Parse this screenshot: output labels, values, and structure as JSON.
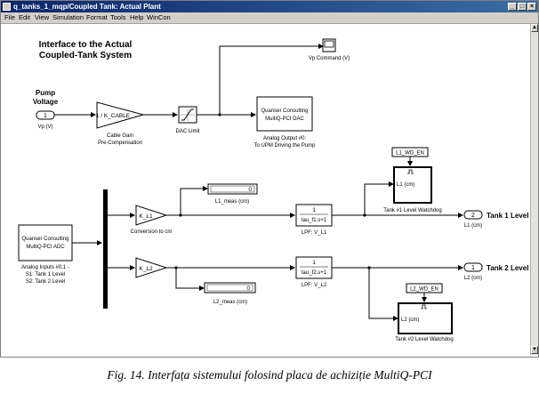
{
  "window": {
    "title": "q_tanks_1_mqp/Coupled Tank: Actual Plant",
    "menu": [
      "File",
      "Edit",
      "View",
      "Simulation",
      "Format",
      "Tools",
      "Help",
      "WinCon"
    ]
  },
  "diagram": {
    "heading_line1": "Interface to the Actual",
    "heading_line2": "Coupled-Tank System",
    "pump_label_line1": "Pump",
    "pump_label_line2": "Voltage",
    "inport_vp_number": "1",
    "inport_vp_label": "Vp (V)",
    "gain_cable_text": "1 / K_CABLE",
    "gain_cable_caption_line1": "Cable Gain",
    "gain_cable_caption_line2": "Pre-Compensation",
    "dac_limit_caption": "DAC Limit",
    "dac_block_line1": "Quanser Consulting",
    "dac_block_line2": "MultiQ-PCI DAC",
    "dac_caption_line1": "Analog Output #0:",
    "dac_caption_line2": "To UPM Driving the Pump",
    "scope_vp_caption": "Vp Command (V)",
    "adc_block_line1": "Quanser Consulting",
    "adc_block_line2": "MultiQ-PCI ADC",
    "adc_caption_line1": "Analog Inputs #0,1 -",
    "adc_caption_line2": "S1: Tank 1 Level",
    "adc_caption_line3": "S2: Tank 2 Level",
    "gain_l1_text": "K_L1",
    "gain_l1_caption": "Conversion to cm",
    "gain_l2_text": "K_L2",
    "display_value": "0",
    "display_l1_caption": "L1_meas (cm)",
    "display_l2_caption": "L2_meas (cm)",
    "tf_numerator": "1",
    "tf1_denominator": "tau_f1.s+1",
    "tf2_denominator": "tau_f2.s+1",
    "tf1_caption": "LPF: V_L1",
    "tf2_caption": "LPF: V_L2",
    "const_l1": "L1_WD_EN",
    "const_l2": "L2_WD_EN",
    "wd1_port_label": "L1 (cm)",
    "wd2_port_label": "L2 (cm)",
    "wd1_caption": "Tank #1 Level Watchdog",
    "wd2_caption": "Tank #2 Level Watchdog",
    "outport1_number": "2",
    "outport1_label": "Tank 1 Level",
    "outport1_caption": "L1 (cm)",
    "outport2_number": "1",
    "outport2_label": "Tank 2 Level",
    "outport2_caption": "L2 (cm)"
  },
  "caption": "Fig. 14. Interfața sistemului folosind placa de achiziție MultiQ-PCI"
}
